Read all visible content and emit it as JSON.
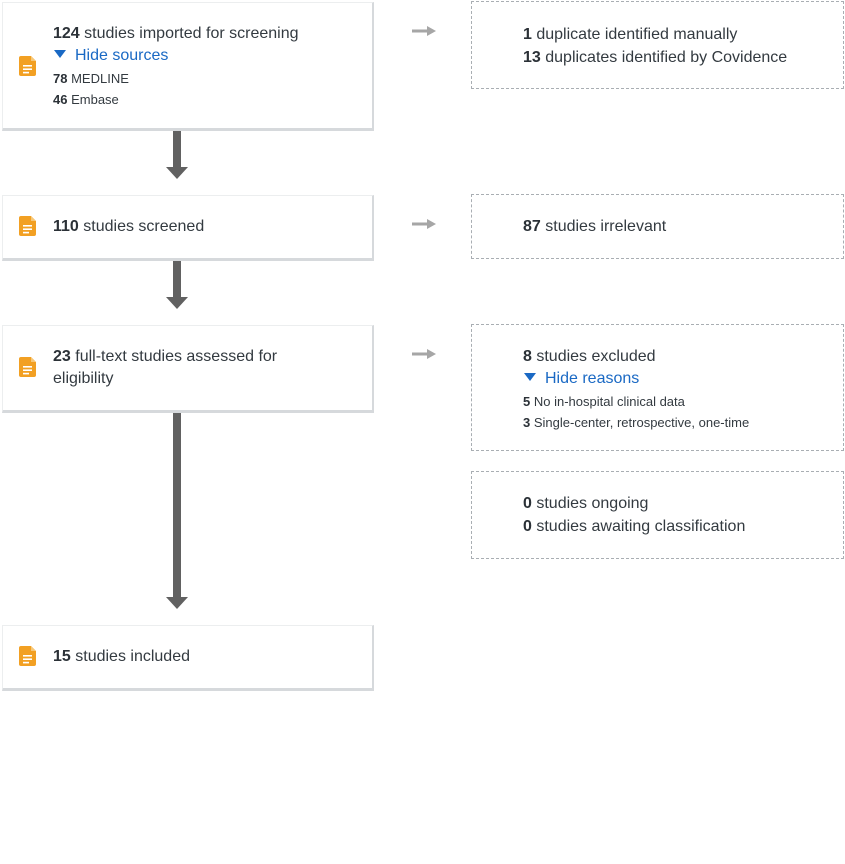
{
  "colors": {
    "accent": "#1a69c4",
    "doc_icon": "#f2a023",
    "arrow": "#616161",
    "side_arrow": "#a6a6a6"
  },
  "stages": {
    "imported": {
      "count": "124",
      "text": "studies imported for screening",
      "toggle": "Hide sources",
      "sources": [
        {
          "count": "78",
          "name": "MEDLINE"
        },
        {
          "count": "46",
          "name": "Embase"
        }
      ]
    },
    "screened": {
      "count": "110",
      "text": "studies screened"
    },
    "fulltext": {
      "count": "23",
      "text": "full-text studies assessed for eligibility"
    },
    "included": {
      "count": "15",
      "text": "studies included"
    }
  },
  "side": {
    "duplicates": [
      {
        "count": "1",
        "text": "duplicate identified manually"
      },
      {
        "count": "13",
        "text": "duplicates identified by Covidence"
      }
    ],
    "irrelevant": {
      "count": "87",
      "text": "studies irrelevant"
    },
    "excluded": {
      "count": "8",
      "text": "studies excluded",
      "toggle": "Hide reasons",
      "reasons": [
        {
          "count": "5",
          "text": "No in-hospital clinical data"
        },
        {
          "count": "3",
          "text": "Single-center, retrospective, one-time"
        }
      ]
    },
    "ongoing": [
      {
        "count": "0",
        "text": "studies ongoing"
      },
      {
        "count": "0",
        "text": "studies awaiting classification"
      }
    ]
  }
}
